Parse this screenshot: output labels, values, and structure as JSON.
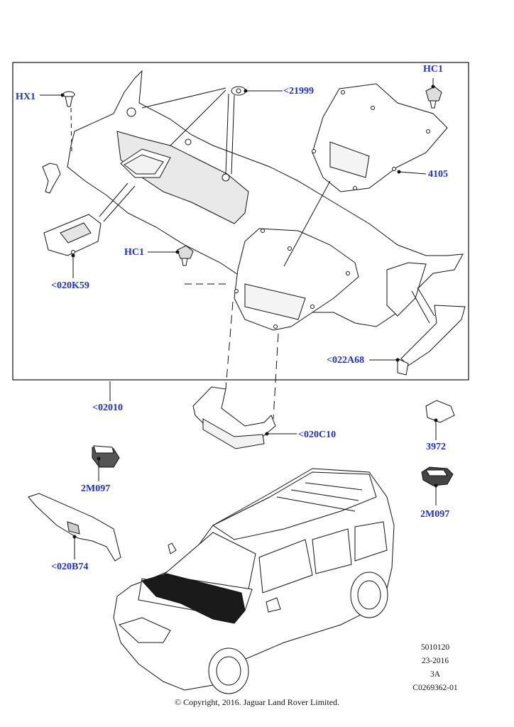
{
  "callouts": {
    "hx1": "HX1",
    "hc1_top": "HC1",
    "p21999": "<21999",
    "p4105": "4105",
    "hc1_mid": "HC1",
    "p020k59": "<020K59",
    "p022a68": "<022A68",
    "p02010": "<02010",
    "p020c10": "<020C10",
    "p3972": "3972",
    "p2m097_left": "2M097",
    "p2m097_right": "2M097",
    "p020b74": "<020B74"
  },
  "meta": {
    "line1": "5010120",
    "line2": "23-2016",
    "line3": "3A",
    "line4": "C0269362-01"
  },
  "copyright": "© Copyright, 2016. Jaguar Land Rover Limited.",
  "colors": {
    "callout": "#1f2fc4",
    "line": "#111111",
    "highlight": "#1a1a1a"
  }
}
